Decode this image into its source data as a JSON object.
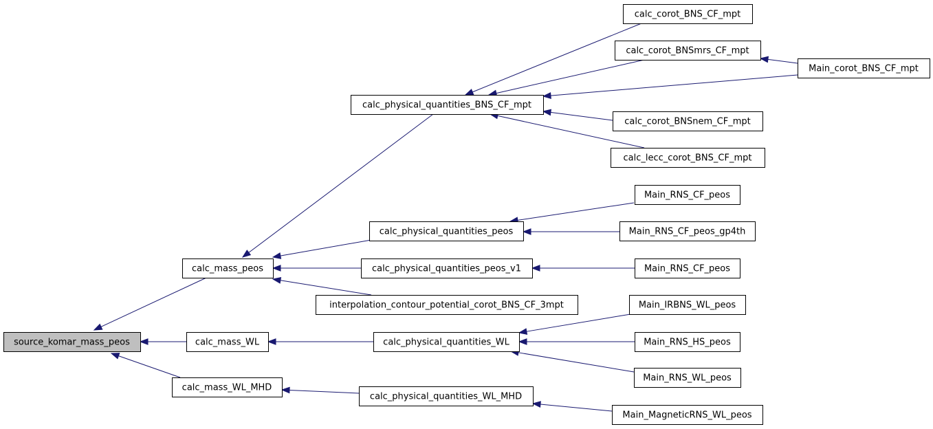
{
  "graph": {
    "root": "n0",
    "nodes": [
      {
        "id": "n0",
        "label": "source_komar_mass_peos",
        "highlight": true
      },
      {
        "id": "n1",
        "label": "calc_mass_peos"
      },
      {
        "id": "n2",
        "label": "calc_mass_WL"
      },
      {
        "id": "n3",
        "label": "calc_mass_WL_MHD"
      },
      {
        "id": "n4",
        "label": "calc_physical_quantities_BNS_CF_mpt"
      },
      {
        "id": "n5",
        "label": "calc_physical_quantities_peos"
      },
      {
        "id": "n6",
        "label": "calc_physical_quantities_peos_v1"
      },
      {
        "id": "n7",
        "label": "interpolation_contour_potential_corot_BNS_CF_3mpt"
      },
      {
        "id": "n8",
        "label": "calc_physical_quantities_WL"
      },
      {
        "id": "n9",
        "label": "calc_physical_quantities_WL_MHD"
      },
      {
        "id": "n10",
        "label": "calc_corot_BNS_CF_mpt"
      },
      {
        "id": "n11",
        "label": "calc_corot_BNSmrs_CF_mpt"
      },
      {
        "id": "n12",
        "label": "calc_corot_BNSnem_CF_mpt"
      },
      {
        "id": "n13",
        "label": "calc_lecc_corot_BNS_CF_mpt"
      },
      {
        "id": "n14",
        "label": "Main_corot_BNS_CF_mpt"
      },
      {
        "id": "n15",
        "label": "Main_RNS_CF_peos"
      },
      {
        "id": "n16",
        "label": "Main_RNS_CF_peos_gp4th"
      },
      {
        "id": "n17",
        "label": "Main_RNS_CF_peos"
      },
      {
        "id": "n18",
        "label": "Main_IRBNS_WL_peos"
      },
      {
        "id": "n19",
        "label": "Main_RNS_HS_peos"
      },
      {
        "id": "n20",
        "label": "Main_RNS_WL_peos"
      },
      {
        "id": "n21",
        "label": "Main_MagneticRNS_WL_peos"
      }
    ],
    "edges": [
      {
        "from": "n1",
        "to": "n0"
      },
      {
        "from": "n2",
        "to": "n0"
      },
      {
        "from": "n3",
        "to": "n0"
      },
      {
        "from": "n4",
        "to": "n1"
      },
      {
        "from": "n5",
        "to": "n1"
      },
      {
        "from": "n6",
        "to": "n1"
      },
      {
        "from": "n7",
        "to": "n1"
      },
      {
        "from": "n8",
        "to": "n2"
      },
      {
        "from": "n9",
        "to": "n3"
      },
      {
        "from": "n10",
        "to": "n4"
      },
      {
        "from": "n11",
        "to": "n4"
      },
      {
        "from": "n14",
        "to": "n4"
      },
      {
        "from": "n12",
        "to": "n4"
      },
      {
        "from": "n13",
        "to": "n4"
      },
      {
        "from": "n14",
        "to": "n11"
      },
      {
        "from": "n15",
        "to": "n5"
      },
      {
        "from": "n16",
        "to": "n5"
      },
      {
        "from": "n17",
        "to": "n6"
      },
      {
        "from": "n18",
        "to": "n8"
      },
      {
        "from": "n19",
        "to": "n8"
      },
      {
        "from": "n20",
        "to": "n8"
      },
      {
        "from": "n21",
        "to": "n9"
      }
    ]
  }
}
